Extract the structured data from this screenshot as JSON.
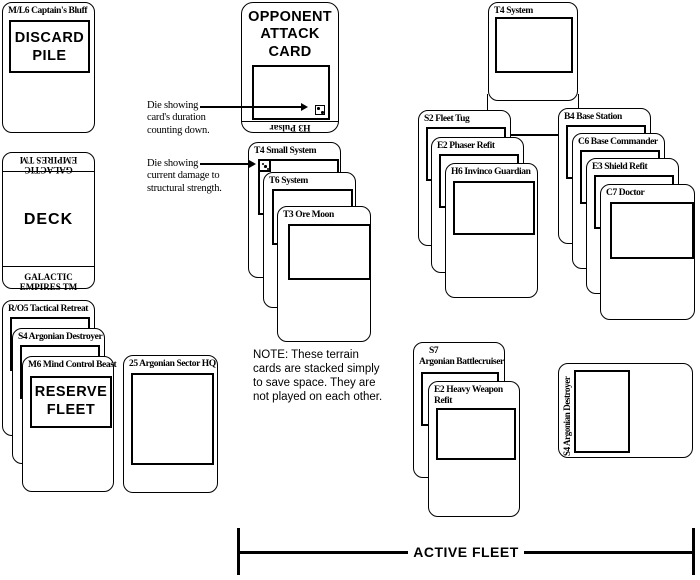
{
  "cards": {
    "discard_pile": {
      "title": "M/L6 Captain's Bluff",
      "zone_lines": [
        "DISCARD",
        "PILE"
      ]
    },
    "deck": {
      "brand": "GALACTIC EMPIRES TM",
      "zone": "DECK"
    },
    "reserve_stack": {
      "back": {
        "title": "R/O5 Tactical Retreat"
      },
      "middle": {
        "title": "S4 Argonian Destroyer"
      },
      "front": {
        "title": "M6 Mind Control Beast",
        "zone_lines": [
          "RESERVE",
          "FLEET"
        ]
      }
    },
    "sector_hq": {
      "title": "25 Argonian Sector HQ"
    },
    "opponent_attack": {
      "heading": [
        "OPPONENT",
        "ATTACK",
        "CARD"
      ],
      "title": "H3 Pulsar"
    },
    "terrain_stack": [
      {
        "title": "T4 Small System"
      },
      {
        "title": "T6 System"
      },
      {
        "title": "T3 Ore Moon"
      }
    ],
    "system": {
      "title": "T4 System"
    },
    "ship_stack": [
      {
        "title": "S2 Fleet Tug"
      },
      {
        "title": "E2 Phaser Refit"
      },
      {
        "title": "H6 Invinco Guardian"
      }
    ],
    "base_stack": [
      {
        "title": "B4 Base Station"
      },
      {
        "title": "C6 Base Commander"
      },
      {
        "title": "E3 Shield Refit"
      },
      {
        "title": "C7 Doctor"
      }
    ],
    "battlecruiser_stack": [
      {
        "title_lines": [
          "S7",
          "Argonian Battlecruiser"
        ]
      },
      {
        "title_lines": [
          "E2 Heavy Weapon",
          "Refit"
        ]
      }
    ],
    "tapped_destroyer": {
      "title": "S4 Argonian Destroyer"
    }
  },
  "annotations": {
    "duration": [
      "Die showing",
      "card's duration",
      "counting down."
    ],
    "damage": [
      "Die showing",
      "current damage to",
      "structural strength."
    ],
    "note": [
      "NOTE: These terrain",
      "cards are stacked simply",
      "to save space. They are",
      "not played on each other."
    ]
  },
  "labels": {
    "active_fleet": "ACTIVE FLEET"
  },
  "icons": {
    "duration_die_pips": 2,
    "damage_die_pips": 3
  },
  "colors": {
    "ink": "#000000",
    "paper": "#ffffff"
  }
}
